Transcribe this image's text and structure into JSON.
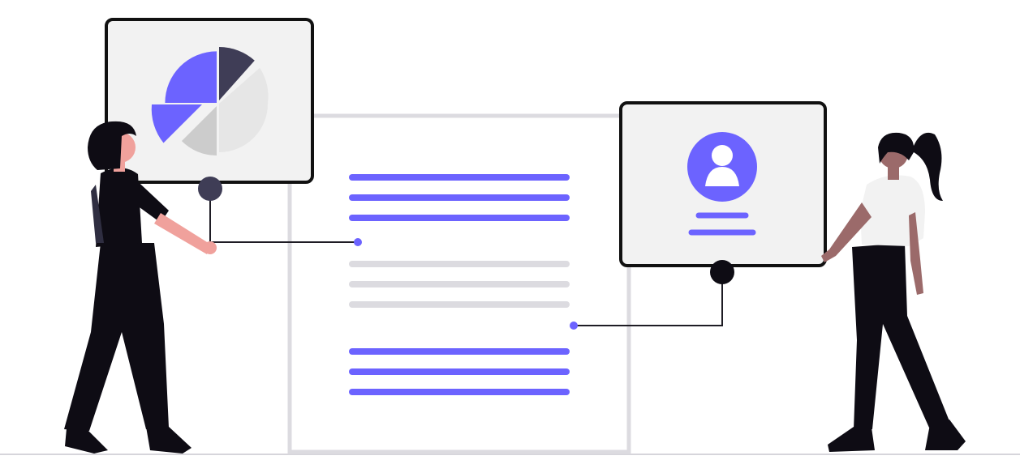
{
  "illustration": {
    "colors": {
      "accent": "#6C63FF",
      "dark": "#3F3D56",
      "ink": "#0E0C14",
      "panel_fill": "#F2F2F2",
      "muted": "#DCDBE0",
      "light_slice": "#E6E6E6",
      "mid_slice": "#CCCCCC",
      "skin_left": "#F0A19C",
      "skin_right": "#9B6A6A",
      "shirt_right": "#F2F2F2"
    },
    "icons": [
      "pie-chart-icon",
      "user-avatar-icon"
    ],
    "pie_chart": {
      "slices": [
        {
          "name": "accent-large",
          "color": "#6C63FF"
        },
        {
          "name": "dark",
          "color": "#3F3D56"
        },
        {
          "name": "light",
          "color": "#E6E6E6"
        },
        {
          "name": "gray",
          "color": "#CCCCCC"
        },
        {
          "name": "accent-small",
          "color": "#6C63FF"
        }
      ]
    },
    "document": {
      "line_groups": [
        "accent",
        "muted",
        "accent"
      ],
      "lines_per_group": 3
    },
    "profile_card": {
      "avatar": "user-avatar-icon",
      "text_lines": 2
    }
  }
}
